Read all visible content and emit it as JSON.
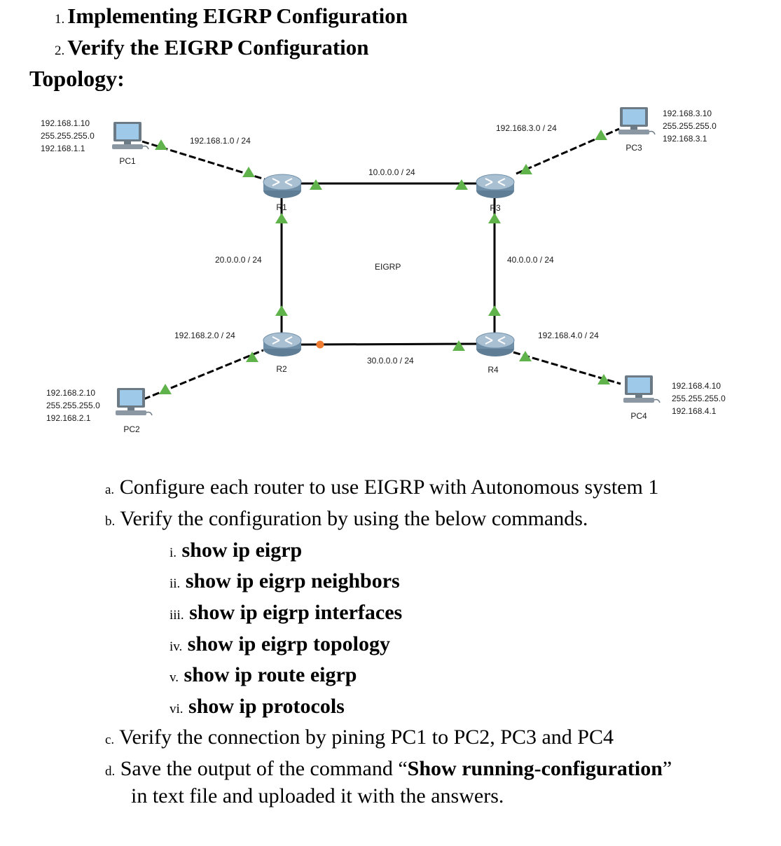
{
  "objectives": [
    {
      "marker": "1.",
      "text": "Implementing EIGRP Configuration"
    },
    {
      "marker": "2.",
      "text": "Verify the EIGRP Configuration"
    }
  ],
  "topology_title": "Topology:",
  "diagram": {
    "center_label": "EIGRP",
    "devices": {
      "pc1": {
        "name": "PC1",
        "ip": "192.168.1.10",
        "mask": "255.255.255.0",
        "gateway": "192.168.1.1"
      },
      "pc2": {
        "name": "PC2",
        "ip": "192.168.2.10",
        "mask": "255.255.255.0",
        "gateway": "192.168.2.1"
      },
      "pc3": {
        "name": "PC3",
        "ip": "192.168.3.10",
        "mask": "255.255.255.0",
        "gateway": "192.168.3.1"
      },
      "pc4": {
        "name": "PC4",
        "ip": "192.168.4.10",
        "mask": "255.255.255.0",
        "gateway": "192.168.4.1"
      },
      "r1": {
        "name": "R1"
      },
      "r2": {
        "name": "R2"
      },
      "r3": {
        "name": "R3"
      },
      "r4": {
        "name": "R4"
      }
    },
    "networks": {
      "pc1_r1": "192.168.1.0 / 24",
      "r1_r3": "10.0.0.0 / 24",
      "r3_pc3": "192.168.3.0 / 24",
      "r1_r2": "20.0.0.0 / 24",
      "r3_r4": "40.0.0.0 / 24",
      "pc2_r2": "192.168.2.0 / 24",
      "r4_pc4": "192.168.4.0 / 24",
      "r2_r4": "30.0.0.0 / 24"
    },
    "colors": {
      "link_up": "#5fb34a",
      "link_pending": "#f07c32",
      "router": "#8aa7be",
      "pc_screen": "#9fc9e8"
    }
  },
  "steps": [
    {
      "marker": "a.",
      "text": "Configure each router to use EIGRP with Autonomous system 1"
    },
    {
      "marker": "b.",
      "text": "Verify the configuration by using the below commands."
    }
  ],
  "commands": [
    {
      "marker": "i.",
      "text": "show ip eigrp"
    },
    {
      "marker": "ii.",
      "text": "show ip eigrp neighbors"
    },
    {
      "marker": "iii.",
      "text": "show ip eigrp interfaces"
    },
    {
      "marker": "iv.",
      "text": "show ip eigrp topology"
    },
    {
      "marker": "v.",
      "text": "show ip route eigrp"
    },
    {
      "marker": "vi.",
      "text": "show ip protocols"
    }
  ],
  "step_c": {
    "marker": "c.",
    "text": "Verify the connection by pining PC1 to PC2, PC3 and  PC4"
  },
  "step_d": {
    "marker": "d.",
    "text_before": "Save the output of the command “",
    "text_bold": "Show running-configuration",
    "text_after": "”",
    "text_line2": "in text file and uploaded it with the answers."
  }
}
